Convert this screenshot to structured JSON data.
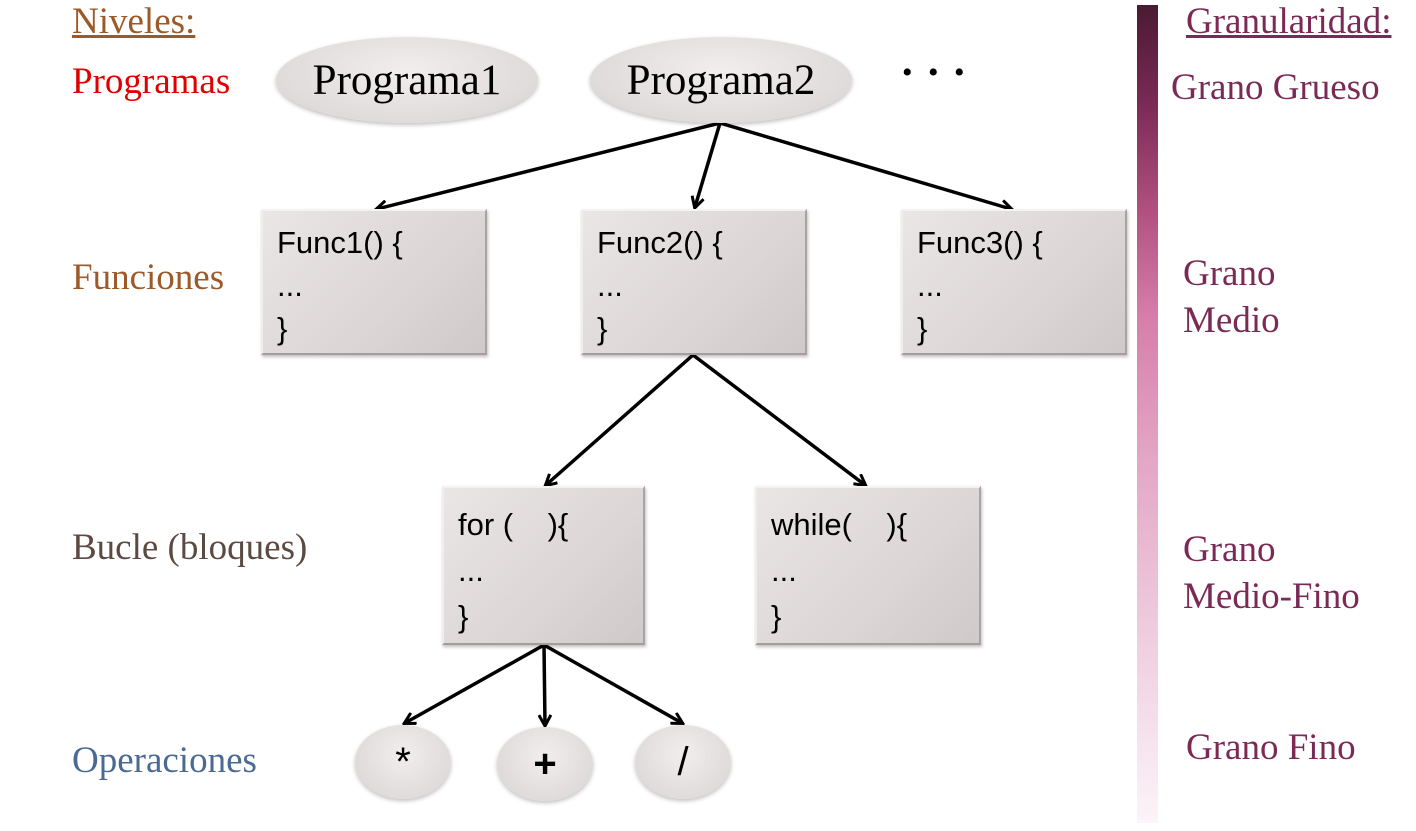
{
  "levels": {
    "title": "Niveles:",
    "programs": "Programas",
    "functions": "Funciones",
    "loops": "Bucle (bloques)",
    "operations": "Operaciones"
  },
  "level_colors": {
    "title": "#9b5a2a",
    "programs": "#e00000",
    "functions": "#9b5a2a",
    "loops": "#5c4a42",
    "operations": "#4a6a95"
  },
  "programs": [
    "Programa1",
    "Programa2"
  ],
  "programs_more": "• • •",
  "functions": [
    {
      "l1": "Func1() {",
      "l2": "...",
      "l3": "}"
    },
    {
      "l1": "Func2() {",
      "l2": "...",
      "l3": "}"
    },
    {
      "l1": "Func3() {",
      "l2": "...",
      "l3": "}"
    }
  ],
  "loops": [
    {
      "l1": "for (    ){",
      "l2": "...",
      "l3": "}"
    },
    {
      "l1": "while(    ){",
      "l2": "...",
      "l3": "}"
    }
  ],
  "operations": [
    "*",
    "+",
    "/"
  ],
  "granularity": {
    "title": "Granularidad:",
    "coarse": "Grano Grueso",
    "medium_1": "Grano",
    "medium_2": "Medio",
    "medium_fine_1": "Grano",
    "medium_fine_2": "Medio-Fino",
    "fine": "Grano Fino"
  }
}
